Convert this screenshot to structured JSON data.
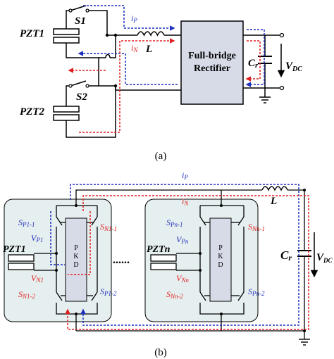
{
  "panel_a": {
    "caption": "(a)",
    "pzt1": "PZT1",
    "pzt2": "PZT2",
    "s1": "S1",
    "s2": "S2",
    "inductor": "L",
    "ip_main": "i",
    "ip_sub": "P",
    "in_main": "i",
    "in_sub": "N",
    "rectifier_line1": "Full-bridge",
    "rectifier_line2": "Rectifier",
    "cr_main": "C",
    "cr_sub": "r",
    "vdc_main": "V",
    "vdc_sub": "DC"
  },
  "panel_b": {
    "caption": "(b)",
    "ip_main": "i",
    "ip_sub": "P",
    "in_main": "i",
    "in_sub": "N",
    "inductor": "L",
    "pzt1": "PZT1",
    "pztn": "PZTn",
    "pkd": [
      "P",
      "K",
      "D"
    ],
    "dots": "......",
    "sp11_main": "S",
    "sp11_sub": "P1-1",
    "sn11_main": "S",
    "sn11_sub": "N1-1",
    "vp1_main": "V",
    "vp1_sub": "P1",
    "vn1_main": "V",
    "vn1_sub": "N1",
    "sn12_main": "S",
    "sn12_sub": "N1-2",
    "sp12_main": "S",
    "sp12_sub": "P1-2",
    "spn1_main": "S",
    "spn1_sub": "Pn-1",
    "snn1_main": "S",
    "snn1_sub": "Nn-1",
    "vpn_main": "V",
    "vpn_sub": "Pn",
    "vnn_main": "V",
    "vnn_sub": "Nn",
    "snn2_main": "S",
    "snn2_sub": "Nn-2",
    "spn2_main": "S",
    "spn2_sub": "Pn-2",
    "cr_main": "C",
    "cr_sub": "r",
    "vdc_main": "V",
    "vdc_sub": "DC"
  },
  "colors": {
    "wire": "#000000",
    "positive_path": "#1f2fbf",
    "negative_path": "#e02020",
    "rectifier_fill": "#d7dbe8",
    "pzt_box_fill": "#e6efef",
    "pkd_fill": "#d7dbe8"
  }
}
